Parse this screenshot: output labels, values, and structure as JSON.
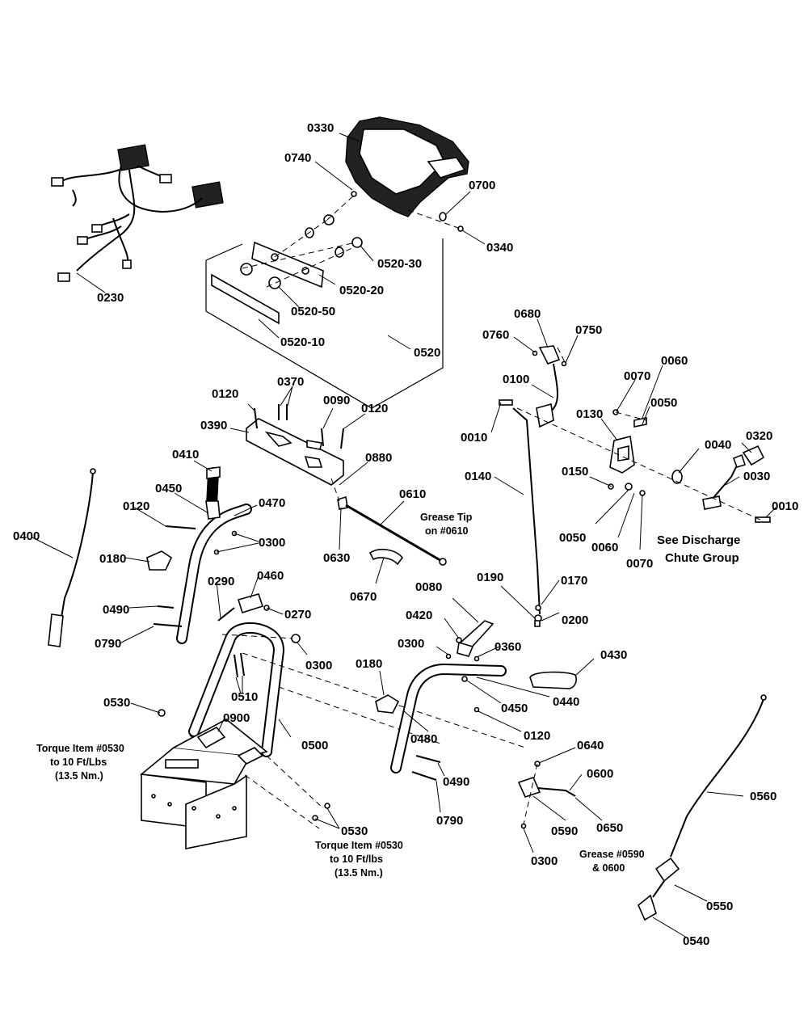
{
  "diagram": {
    "labels": {
      "p0330": "0330",
      "p0740": "0740",
      "p0700": "0700",
      "p0340": "0340",
      "p0230": "0230",
      "p0520_30": "0520-30",
      "p0520_20": "0520-20",
      "p0520_50": "0520-50",
      "p0520_10": "0520-10",
      "p0520": "0520",
      "p0680": "0680",
      "p0760": "0760",
      "p0750": "0750",
      "p0100": "0100",
      "p0070a": "0070",
      "p0060a": "0060",
      "p0050a": "0050",
      "p0130": "0130",
      "p0010a": "0010",
      "p0320": "0320",
      "p0040": "0040",
      "p0030": "0030",
      "p0140": "0140",
      "p0150": "0150",
      "p0010b": "0010",
      "p0050b": "0050",
      "p0060b": "0060",
      "p0070b": "0070",
      "p0120a": "0120",
      "p0370": "0370",
      "p0090": "0090",
      "p0120b": "0120",
      "p0390": "0390",
      "p0880": "0880",
      "p0410": "0410",
      "p0610": "0610",
      "p0450a": "0450",
      "p0470": "0470",
      "p0120c": "0120",
      "p0300a": "0300",
      "p0400": "0400",
      "p0180a": "0180",
      "p0630": "0630",
      "p0670": "0670",
      "p0290": "0290",
      "p0460": "0460",
      "p0270": "0270",
      "p0490a": "0490",
      "p0790a": "0790",
      "p0300b": "0300",
      "p0510": "0510",
      "p0530a": "0530",
      "p0900": "0900",
      "p0500": "0500",
      "p0530b": "0530",
      "p0080": "0080",
      "p0190": "0190",
      "p0170": "0170",
      "p0200": "0200",
      "p0420": "0420",
      "p0300c": "0300",
      "p0360": "0360",
      "p0430": "0430",
      "p0180b": "0180",
      "p0440": "0440",
      "p0450b": "0450",
      "p0480": "0480",
      "p0120d": "0120",
      "p0490b": "0490",
      "p0790b": "0790",
      "p0640": "0640",
      "p0600": "0600",
      "p0560": "0560",
      "p0590": "0590",
      "p0650": "0650",
      "p0300d": "0300",
      "p0550": "0550",
      "p0540": "0540"
    },
    "notes": {
      "grease_tip_1": "Grease Tip",
      "grease_tip_2": "on #0610",
      "see_discharge_1": "See Discharge",
      "see_discharge_2": "Chute Group",
      "torque_left_1": "Torque Item #0530",
      "torque_left_2": "to 10 Ft/Lbs",
      "torque_left_3": "(13.5 Nm.)",
      "torque_center_1": "Torque Item #0530",
      "torque_center_2": "to 10 Ft/lbs",
      "torque_center_3": "(13.5 Nm.)",
      "grease_0590_1": "Grease #0590",
      "grease_0590_2": "& 0600"
    }
  }
}
